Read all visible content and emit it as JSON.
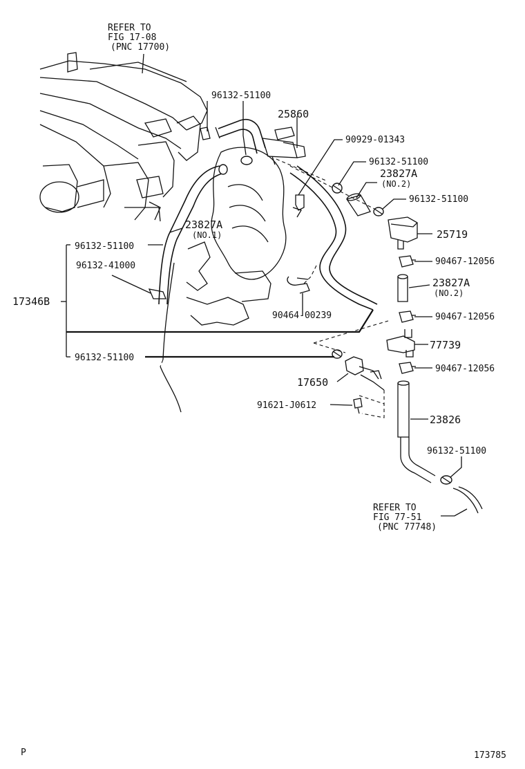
{
  "labels": {
    "refer_top_1": "REFER TO",
    "refer_top_2": "FIG 17-08",
    "refer_top_3": "(PNC 17700)",
    "p_96132_51100_top": "96132-51100",
    "p_25860": "25860",
    "p_90929_01343": "90929-01343",
    "p_96132_51100_r1": "96132-51100",
    "p_23827A_r": "23827A",
    "p_no2_r": "(NO.2)",
    "p_96132_51100_r2": "96132-51100",
    "p_25719": "25719",
    "p_23827A_mid": "23827A",
    "p_no1_mid": "(NO.1)",
    "p_96132_51100_left": "96132-51100",
    "p_96132_41000": "96132-41000",
    "p_90467_12056_a": "90467-12056",
    "p_23827A_r2": "23827A",
    "p_no2_r2": "(NO.2)",
    "p_17346B": "17346B",
    "p_90464_00239": "90464-00239",
    "p_90467_12056_b": "90467-12056",
    "p_77739": "77739",
    "p_96132_51100_bottom": "96132-51100",
    "p_90467_12056_c": "90467-12056",
    "p_17650": "17650",
    "p_91621_J0612": "91621-J0612",
    "p_23826": "23826",
    "p_96132_51100_lower": "96132-51100",
    "refer_bot_1": "REFER TO",
    "refer_bot_2": "FIG 77-51",
    "refer_bot_3": "(PNC 77748)",
    "corner_left": "P",
    "corner_right": "173785"
  }
}
